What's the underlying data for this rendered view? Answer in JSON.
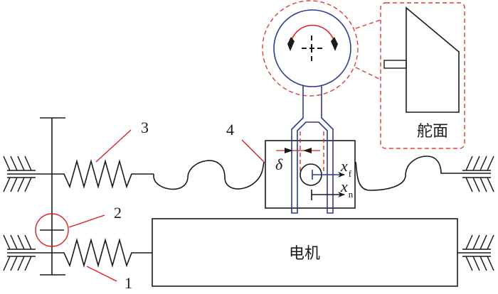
{
  "labels": {
    "one": "1",
    "two": "2",
    "three": "3",
    "four": "4",
    "delta": "δ",
    "xf_main": "x",
    "xf_sub": "f",
    "xn_main": "x",
    "xn_sub": "n",
    "motor": "电机",
    "rudder": "舵面"
  },
  "colors": {
    "line": "#1a1a1a",
    "red": "#e02020",
    "dashed_red": "#e03a3a",
    "blue": "#2e3b8e"
  }
}
